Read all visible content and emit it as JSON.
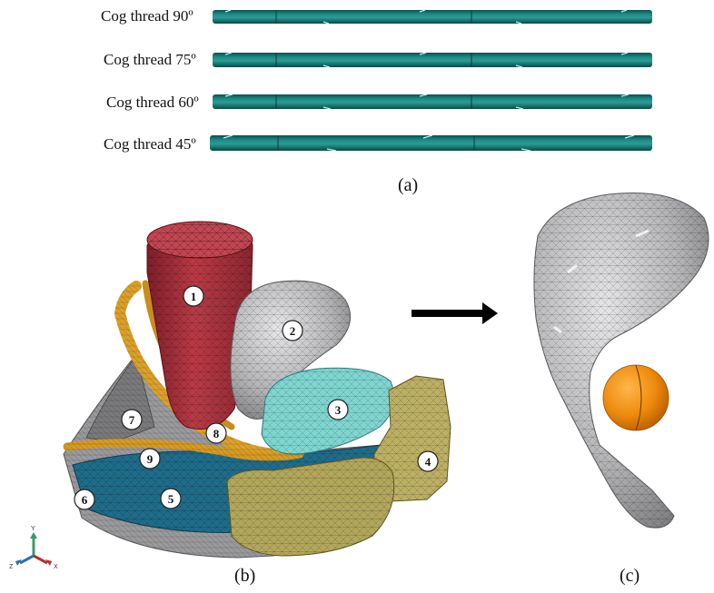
{
  "threads": [
    {
      "label": "Cog thread 90º"
    },
    {
      "label": "Cog thread 75º"
    },
    {
      "label": "Cog thread 60º"
    },
    {
      "label": "Cog thread 45º"
    }
  ],
  "panels": {
    "a": "(a)",
    "b": "(b)",
    "c": "(c)"
  },
  "markers": [
    "1",
    "2",
    "3",
    "4",
    "5",
    "6",
    "7",
    "8",
    "9"
  ],
  "axes": {
    "y": "Y",
    "z": "Z",
    "x": "X"
  },
  "colors": {
    "thread": "#137a75",
    "thread_dark": "#0c5a56",
    "thread_light": "#5fb5ae",
    "femur": "#a93440",
    "bone_grey": "#a9a9ab",
    "cyan_bone": "#7fd6d1",
    "olive_bone": "#bdb064",
    "gold_thread": "#dca12a",
    "blue_floor": "#1f6c8a",
    "orange_ball": "#ee8a0c",
    "arrow": "#000000"
  }
}
